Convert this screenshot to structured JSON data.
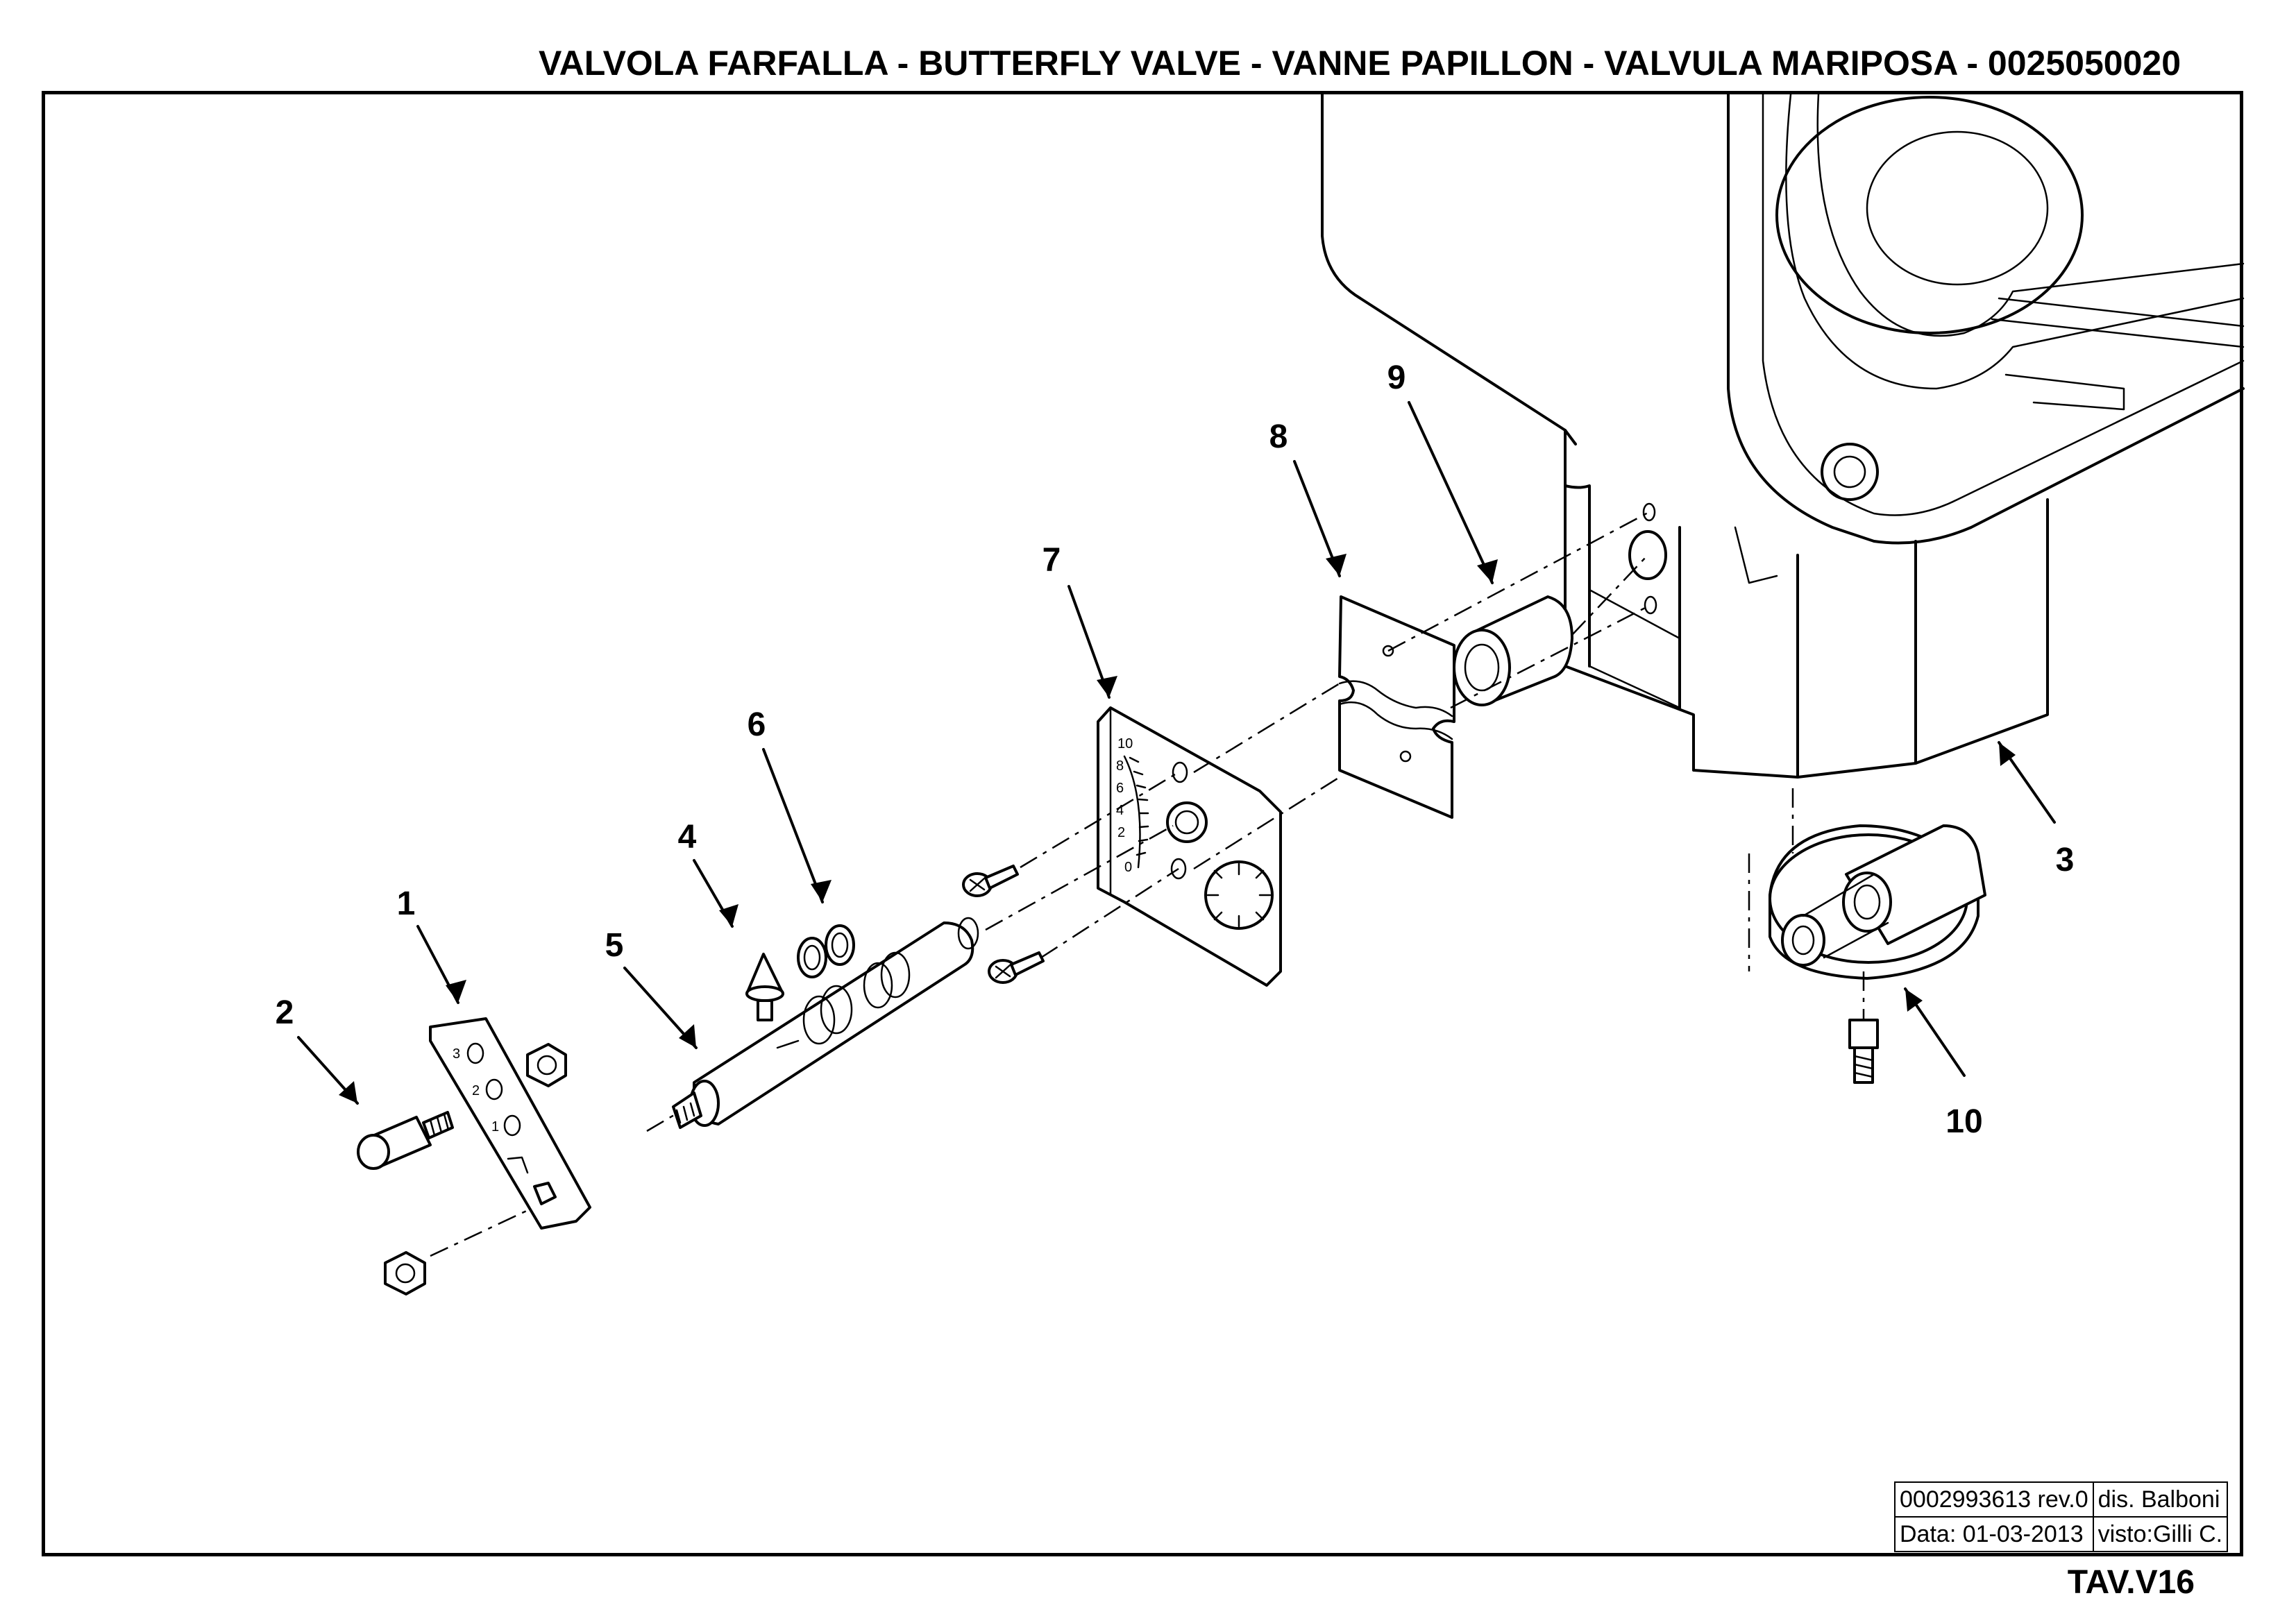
{
  "title": "VALVOLA FARFALLA - BUTTERFLY VALVE - VANNE PAPILLON - VALVULA MARIPOSA - 0025050020",
  "callouts": [
    "1",
    "2",
    "3",
    "4",
    "5",
    "6",
    "7",
    "8",
    "9",
    "10"
  ],
  "plate_marks": [
    "3",
    "2",
    "1"
  ],
  "dial_marks": [
    "0",
    "2",
    "4",
    "6",
    "8",
    "10"
  ],
  "title_block": {
    "doc_code": "0002993613 rev.0",
    "drawn_by": "dis. Balboni",
    "date": "Data: 01-03-2013",
    "checked_by": "visto:Gilli C."
  },
  "sheet_id": "TAV.V16"
}
